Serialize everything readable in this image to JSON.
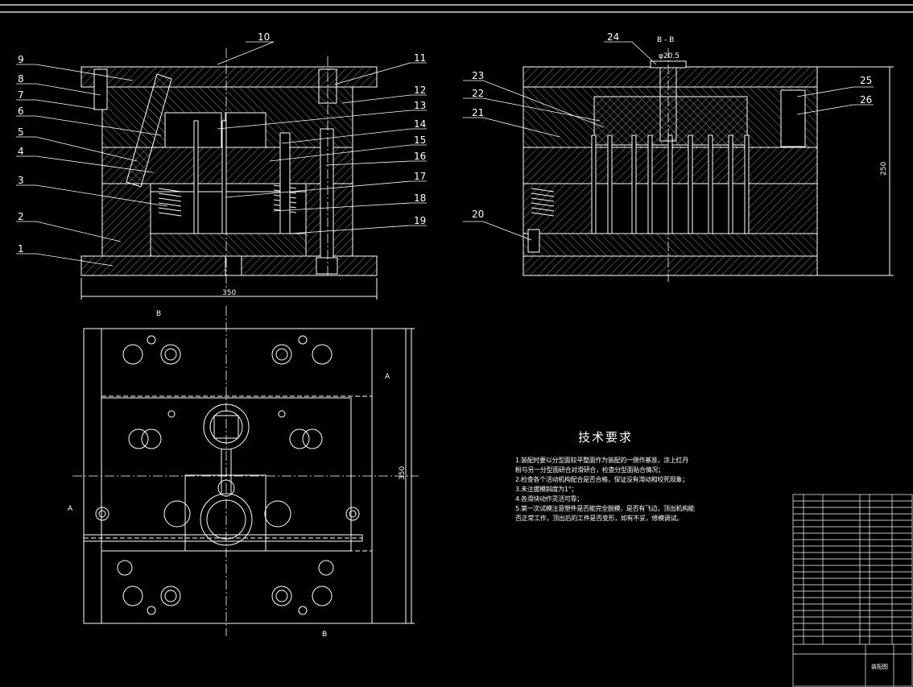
{
  "drawing": {
    "view_labels": {
      "section_bb": "B - B",
      "cut_a": "A",
      "cut_b": "B"
    },
    "balloons": [
      "1",
      "2",
      "3",
      "4",
      "5",
      "6",
      "7",
      "8",
      "9",
      "10",
      "11",
      "12",
      "13",
      "14",
      "15",
      "16",
      "17",
      "18",
      "19",
      "20",
      "21",
      "22",
      "23",
      "24",
      "25",
      "26"
    ],
    "dimensions": {
      "width_front": "350",
      "height_side": "250",
      "height_plan": "350",
      "gate_dia": "φ20.5"
    },
    "tech_notes": {
      "title": "技术要求",
      "lines": [
        "1.装配时要以分型面较平整面作为装配的一侧作基准，涂上红丹",
        "  粉与另一分型面研合对滑研合，检查分型面贴合情况；",
        "2.检查各个活动机构配合是否合格，保证没有滞动和咬死现象；",
        "3.未注拔模斜度为1°；",
        "4.各滑块动作灵活可靠；",
        "5.第一次试模注意塑件是否能完全脱模，是否有飞边，顶出机构能",
        "  否正常工作，顶出后的工件是否变形，如有不妥，修模调试。"
      ]
    },
    "title_block": {
      "title": "装配图"
    }
  },
  "colors": {
    "background": "#000000",
    "line": "#ffffff",
    "hatch": "#9a9a9a"
  }
}
